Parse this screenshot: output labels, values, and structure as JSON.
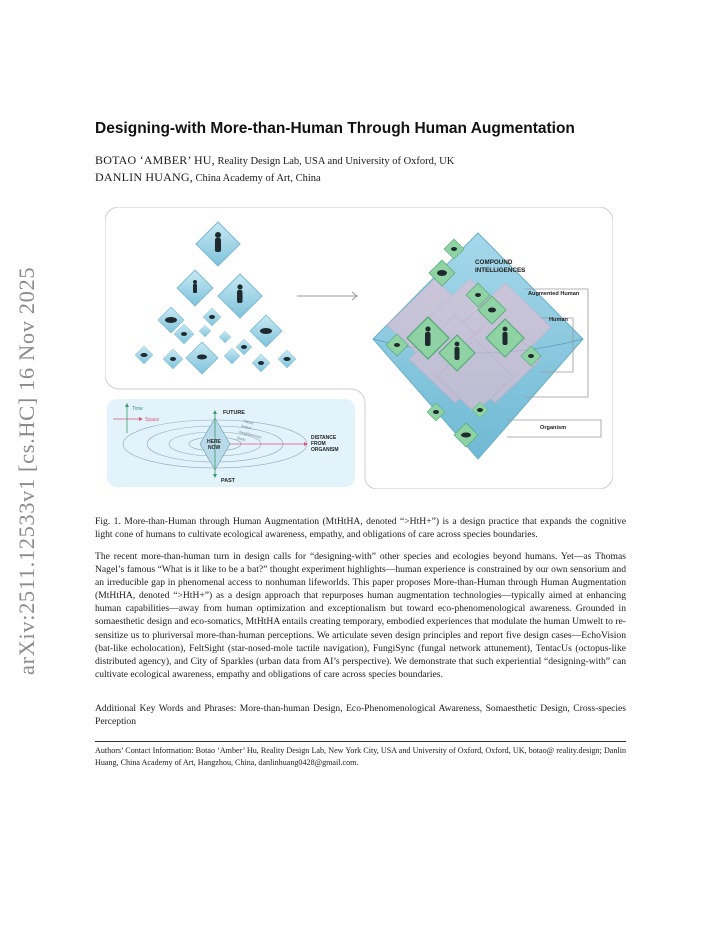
{
  "sidebar": {
    "arxiv_id": "arXiv:2511.12533v1  [cs.HC]  16 Nov 2025"
  },
  "paper": {
    "title": "Designing-with More-than-Human Through Human Augmentation",
    "authors": [
      {
        "name": "BOTAO ‘AMBER’ HU,",
        "affiliation": " Reality Design Lab, USA and University of Oxford, UK"
      },
      {
        "name": "DANLIN HUANG,",
        "affiliation": " China Academy of Art, China"
      }
    ]
  },
  "figure": {
    "compound_label_1": "COMPOUND",
    "compound_label_2": "INTELLIGENCES",
    "label_augmented": "Augmented Human",
    "label_human": "Human",
    "label_organism": "Organism",
    "legend_time": "Time",
    "legend_space": "Space",
    "future": "FUTURE",
    "past": "PAST",
    "here": "HERE",
    "now": "NOW",
    "distance_1": "DISTANCE",
    "distance_2": "FROM",
    "distance_3": "ORGANISM",
    "ring_1": "Planet",
    "ring_2": "Nation",
    "ring_3": "Neighborhood",
    "ring_4": "Body"
  },
  "caption": "Fig. 1.  More-than-Human through Human Augmentation (MtHtHA, denoted “>HtH+”) is a design practice that expands the cognitive light cone of humans to cultivate ecological awareness, empathy, and obligations of care across species boundaries.",
  "abstract": "The recent more-than-human turn in design calls for “designing-with” other species and ecologies beyond humans. Yet—as Thomas Nagel’s famous “What is it like to be a bat?” thought experiment highlights—human experience is constrained by our own sensorium and an irreducible gap in phenomenal access to nonhuman lifeworlds. This paper proposes More-than-Human through Human Augmentation (MtHtHA, denoted “>HtH+”) as a design approach that repurposes human augmentation technologies—typically aimed at enhancing human capabilities—away from human optimization and exceptionalism but toward eco-phenomenological awareness. Grounded in somaesthetic design and eco-somatics, MtHtHA entails creating temporary, embodied experiences that modulate the human Umwelt to re-sensitize us to pluriversal more-than-human perceptions. We articulate seven design principles and report five design cases—EchoVision (bat-like echolocation), FeltSight (star-nosed-mole tactile navigation), FungiSync (fungal network attunement), TentacUs (octopus-like distributed agency), and City of Sparkles (urban data from AI’s perspective). We demonstrate that such experiential “designing-with” can cultivate ecological awareness, empathy and obligations of care across species boundaries.",
  "keywords": "Additional Key Words and Phrases: More-than-human Design, Eco-Phenomenological Awareness, Somaesthetic Design, Cross-species Perception",
  "contact": "Authors’ Contact Information: Botao ‘Amber’ Hu, Reality Design Lab, New York City, USA  and University of Oxford, Oxford, UK, botao@ reality.design; Danlin Huang, China Academy of Art, Hangzhou, China, danlinhuang0428@gmail.com."
}
